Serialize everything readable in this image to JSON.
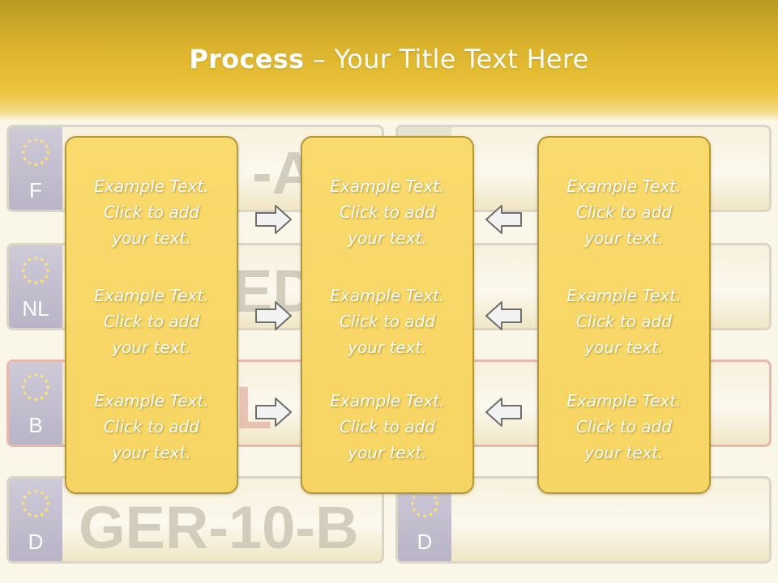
{
  "title": {
    "bold": "Process",
    "rest": " – Your Title Text Here"
  },
  "plates": [
    {
      "code": "F",
      "text": "-A"
    },
    {
      "code": "NL",
      "text": "ED"
    },
    {
      "code": "B",
      "text": "EL-"
    },
    {
      "code": "D",
      "text": "GER-10-B"
    },
    {
      "code": "D",
      "text": ""
    }
  ],
  "boxes": [
    {
      "items": [
        {
          "l1": "Example Text.",
          "l2": "Click  to add",
          "l3": "your text."
        },
        {
          "l1": "Example Text.",
          "l2": "Click  to add",
          "l3": "your text."
        },
        {
          "l1": "Example Text.",
          "l2": "Click  to add",
          "l3": "your text."
        }
      ]
    },
    {
      "items": [
        {
          "l1": "Example Text.",
          "l2": "Click  to add",
          "l3": "your text."
        },
        {
          "l1": "Example Text.",
          "l2": "Click  to add",
          "l3": "your text."
        },
        {
          "l1": "Example Text.",
          "l2": "Click  to add",
          "l3": "your text."
        }
      ]
    },
    {
      "items": [
        {
          "l1": "Example Text.",
          "l2": "Click  to add",
          "l3": "your text."
        },
        {
          "l1": "Example Text.",
          "l2": "Click  to add",
          "l3": "your text."
        },
        {
          "l1": "Example Text.",
          "l2": "Click  to add",
          "l3": "your text."
        }
      ]
    }
  ],
  "arrows": {
    "left_group": "right-arrow-icon",
    "right_group": "left-arrow-icon"
  },
  "colors": {
    "header": "#ecc33a",
    "box": "#f8d868",
    "box_border": "#b3973a",
    "text": "#ffffff"
  }
}
